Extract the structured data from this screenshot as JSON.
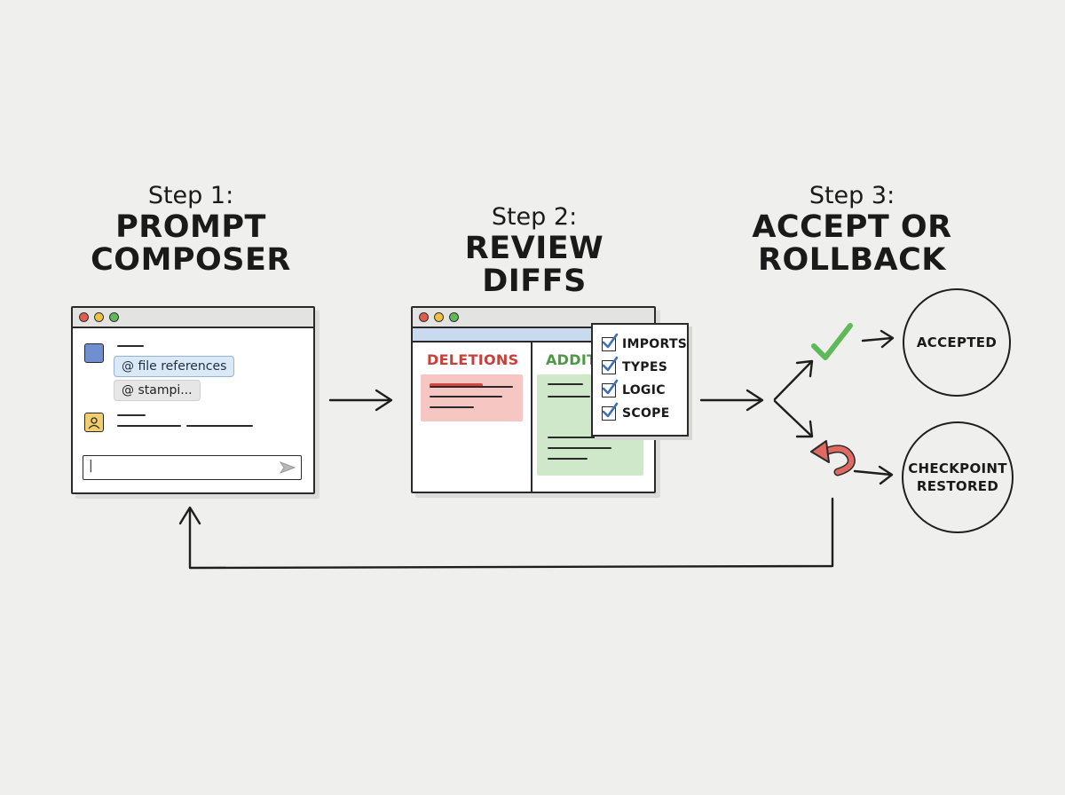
{
  "step1": {
    "label": "Step 1:",
    "title_line1": "PROMPT",
    "title_line2": "COMPOSER"
  },
  "step2": {
    "label": "Step 2:",
    "title_line1": "REVIEW DIFFS"
  },
  "step3": {
    "label": "Step 3:",
    "title_line1": "ACCEPT OR",
    "title_line2": "ROLLBACK"
  },
  "composer": {
    "chip_file_references": "@ file references",
    "chip_stamp": "@ stampi...",
    "input_value": "|"
  },
  "diff_view": {
    "deletions_label": "DELETIONS",
    "additions_label": "ADDITI",
    "deletions_color": "#c8403a",
    "additions_color": "#4a9a45"
  },
  "checklist": {
    "items": [
      "IMPORTS",
      "TYPES",
      "LOGIC",
      "SCOPE"
    ],
    "check_color": "#3d6fb5"
  },
  "outcomes": {
    "accepted": "ACCEPTED",
    "restored_line1": "CHECKPOINT",
    "restored_line2": "RESTORED",
    "accept_icon": "check-icon",
    "rollback_icon": "undo-arrow-icon",
    "accept_color": "#5fb85a",
    "rollback_color": "#e06a62"
  }
}
